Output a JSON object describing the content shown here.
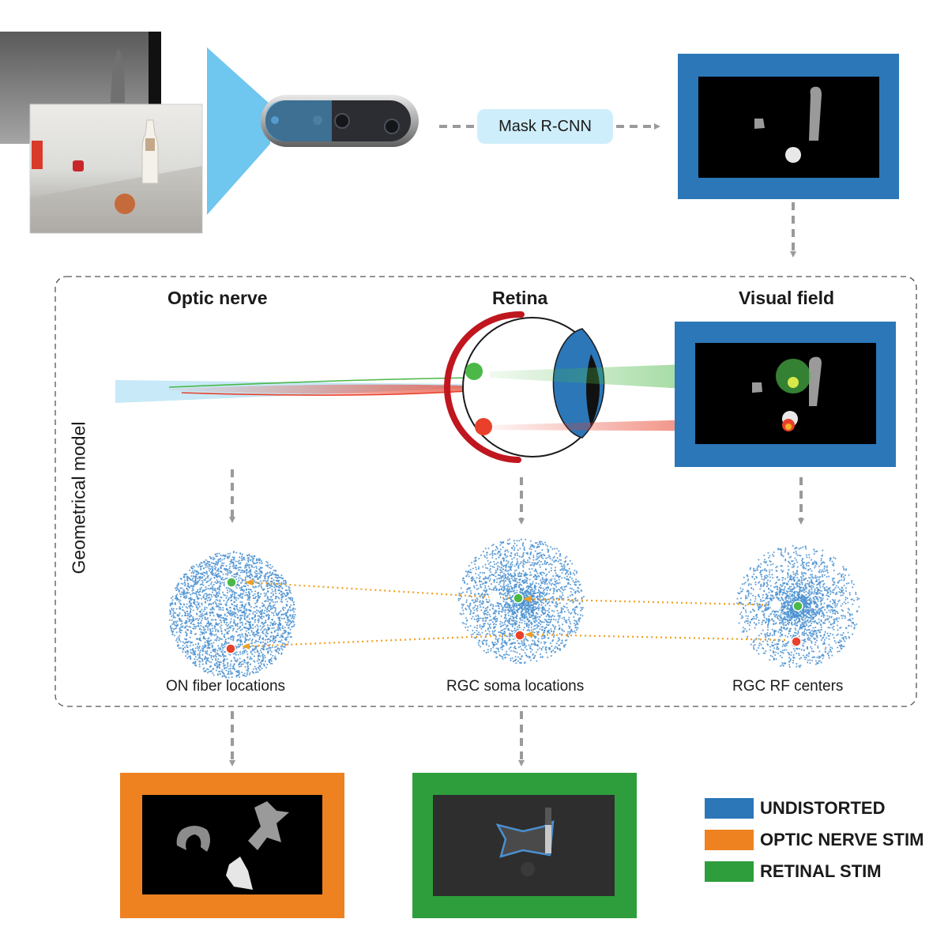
{
  "pipeline": {
    "model_label": "Mask R-CNN"
  },
  "model_box": {
    "side_label": "Geometrical model",
    "columns": [
      {
        "heading": "Optic nerve",
        "caption": "ON fiber locations"
      },
      {
        "heading": "Retina",
        "caption": "RGC soma locations"
      },
      {
        "heading": "Visual field",
        "caption": "RGC RF centers"
      }
    ]
  },
  "legend": [
    {
      "label": "UNDISTORTED",
      "color": "#2b77b8"
    },
    {
      "label": "OPTIC NERVE STIM",
      "color": "#ee8220"
    },
    {
      "label": "RETINAL STIM",
      "color": "#2e9e3c"
    }
  ],
  "colors": {
    "stimulus_green": "#4cb848",
    "stimulus_red": "#e8402a",
    "retina_red": "#c0161f",
    "dots_blue": "#4a90d0",
    "arrow_gray": "#9a9a9a",
    "link_orange": "#f0a020"
  }
}
